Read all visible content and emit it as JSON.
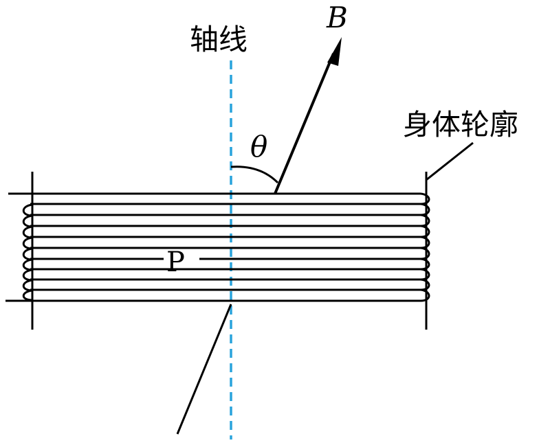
{
  "labels": {
    "axis": "轴线",
    "field": "B",
    "angle": "θ",
    "outline": "身体轮廓",
    "point": "P"
  },
  "colors": {
    "axis": "#29a3dc",
    "ink": "#000000",
    "background": "#ffffff"
  }
}
